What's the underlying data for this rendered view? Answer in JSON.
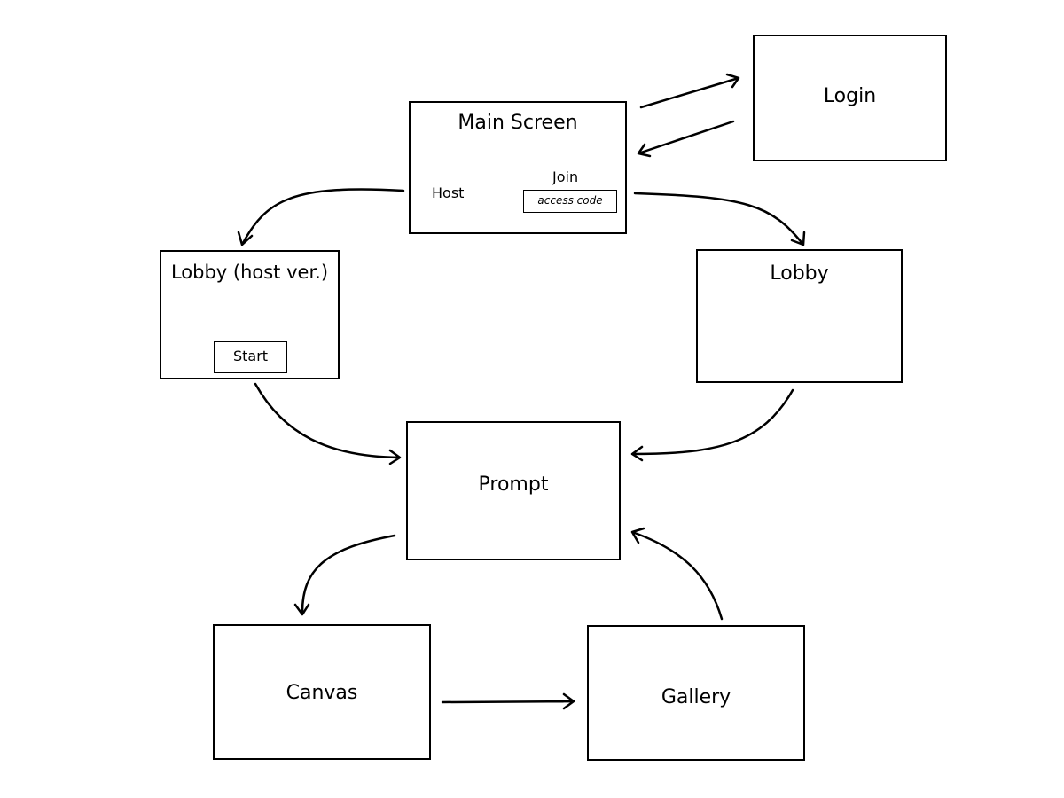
{
  "diagram": {
    "screens": {
      "main": {
        "title": "Main Screen",
        "host_label": "Host",
        "join_label": "Join",
        "access_code_placeholder": "access code"
      },
      "login": {
        "title": "Login"
      },
      "lobby_host": {
        "title": "Lobby (host ver.)",
        "start_label": "Start"
      },
      "lobby": {
        "title": "Lobby"
      },
      "prompt": {
        "title": "Prompt"
      },
      "canvas": {
        "title": "Canvas"
      },
      "gallery": {
        "title": "Gallery"
      }
    },
    "flows": [
      {
        "from": "Main Screen",
        "to": "Login"
      },
      {
        "from": "Login",
        "to": "Main Screen"
      },
      {
        "from": "Main Screen",
        "to": "Lobby (host ver.)"
      },
      {
        "from": "Main Screen",
        "to": "Lobby"
      },
      {
        "from": "Lobby (host ver.)",
        "to": "Prompt"
      },
      {
        "from": "Lobby",
        "to": "Prompt"
      },
      {
        "from": "Prompt",
        "to": "Canvas"
      },
      {
        "from": "Canvas",
        "to": "Gallery"
      },
      {
        "from": "Gallery",
        "to": "Prompt"
      }
    ],
    "colors": {
      "stroke": "#000000",
      "background": "#ffffff"
    }
  }
}
